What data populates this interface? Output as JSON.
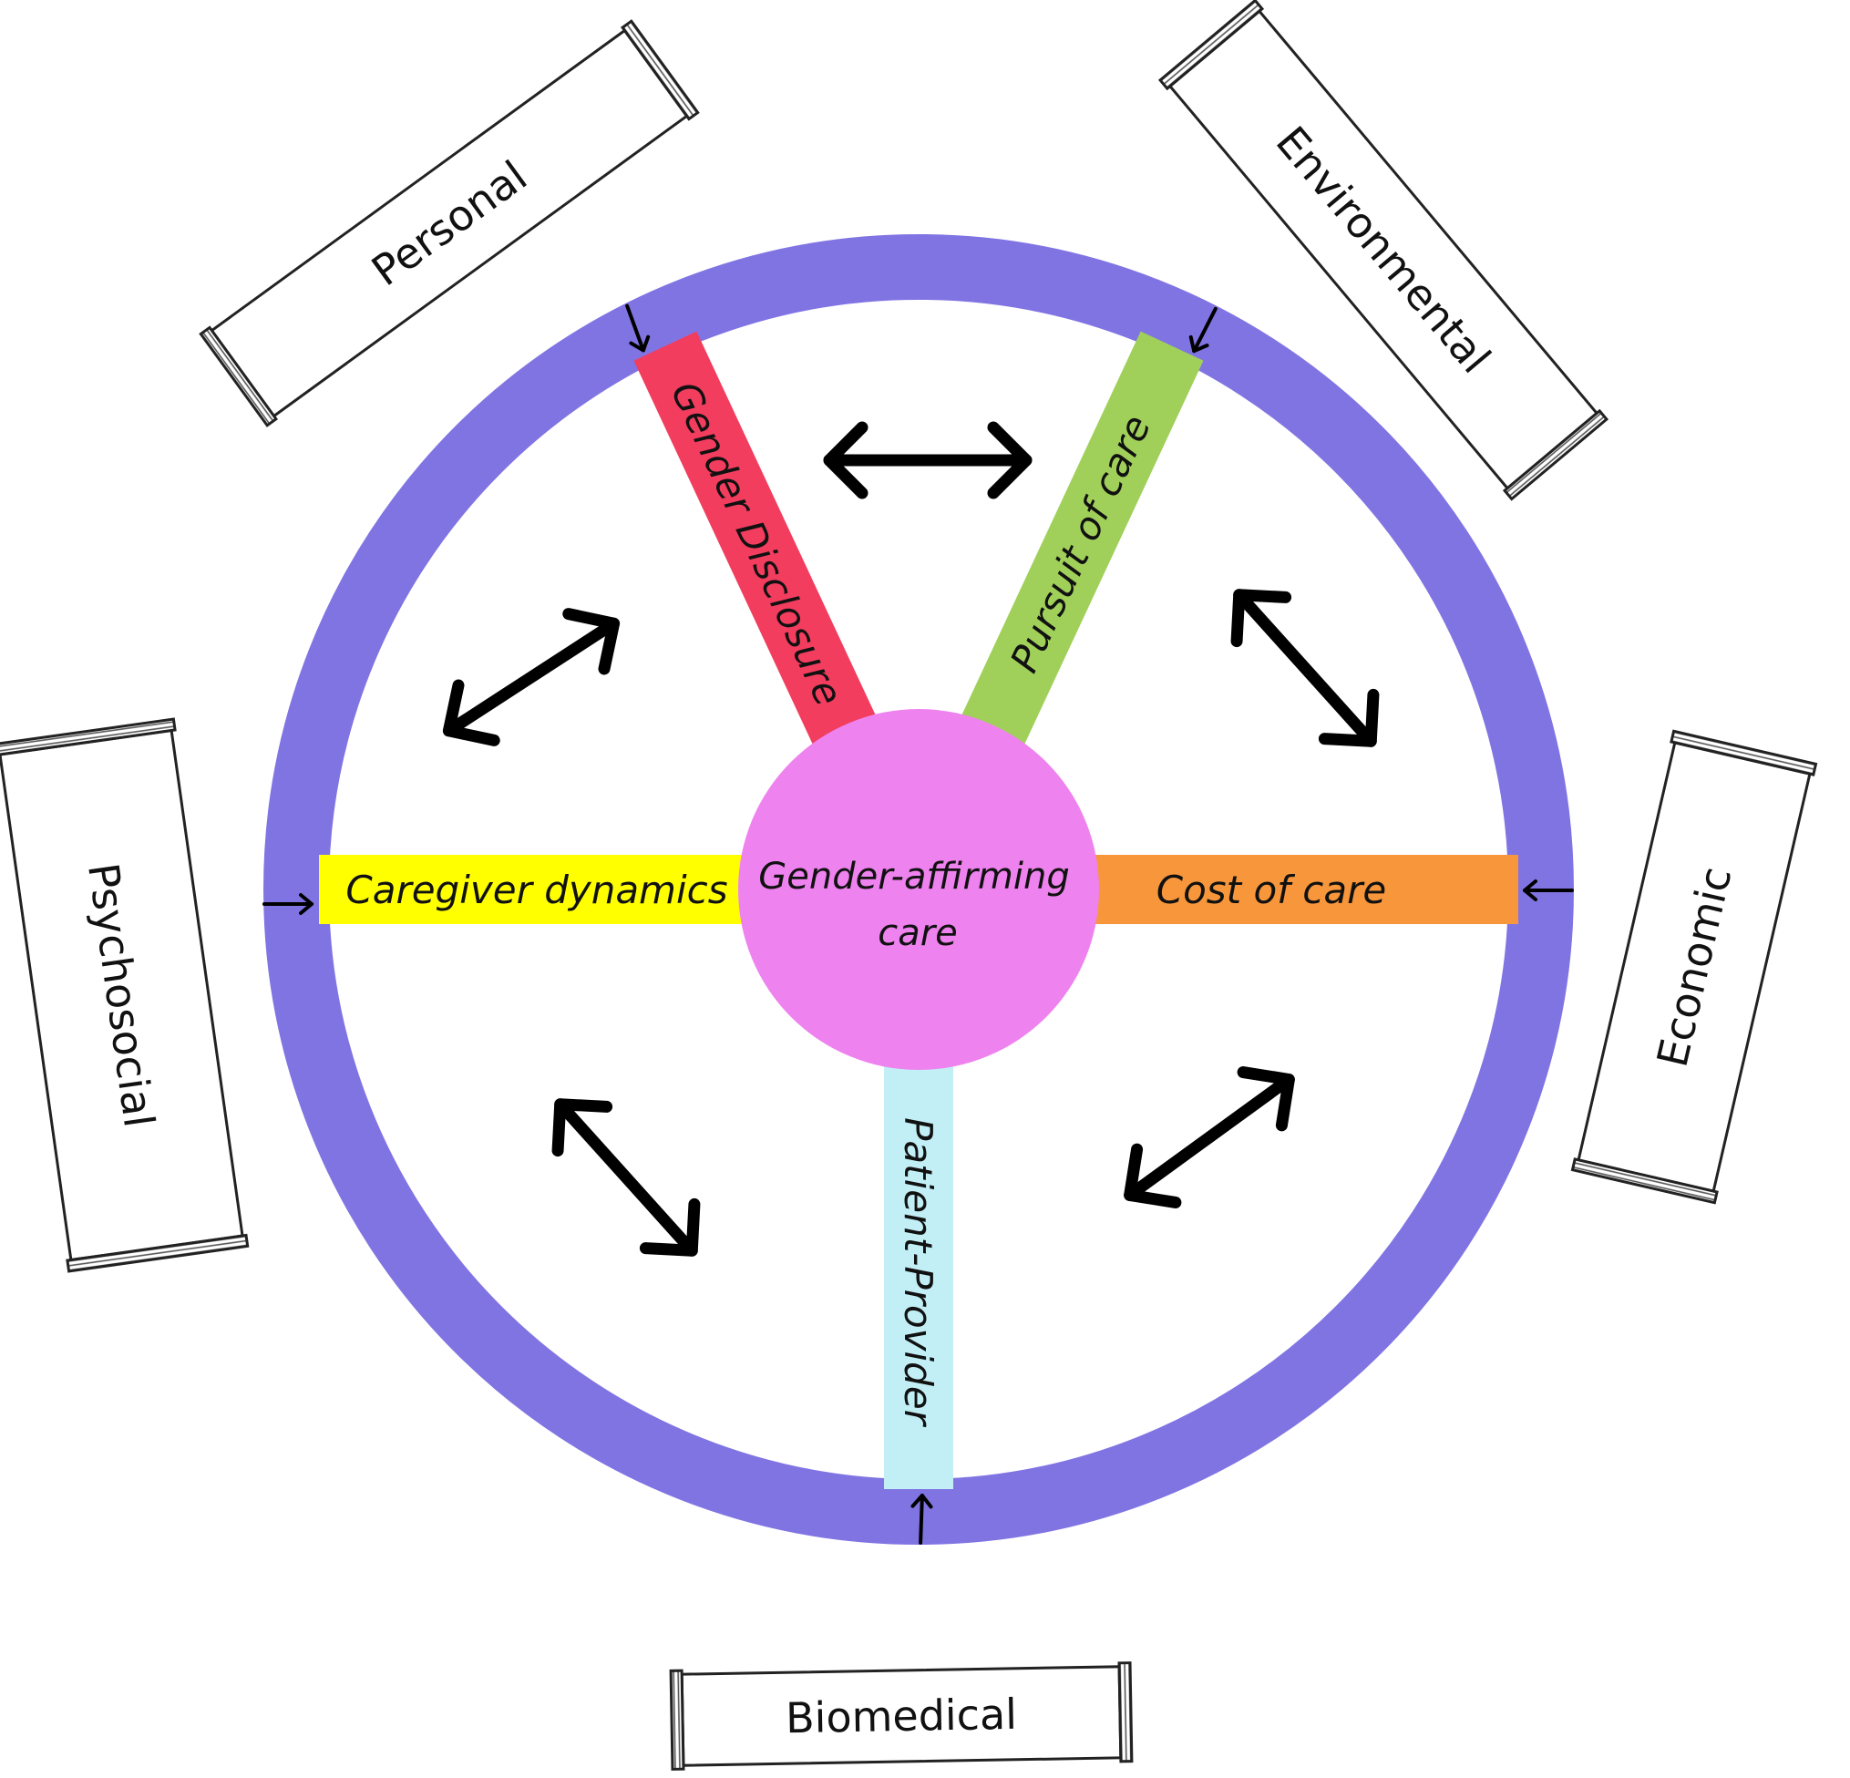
{
  "center": {
    "line1": "Gender-affirming",
    "line2": "care",
    "color": "#ee82ee"
  },
  "ring": {
    "color": "#8074e3"
  },
  "spokes": [
    {
      "label": "Gender Disclosure",
      "color": "#f23d5e"
    },
    {
      "label": "Pursuit of care",
      "color": "#a0d05a"
    },
    {
      "label": "Cost of care",
      "color": "#f7963b"
    },
    {
      "label": "Patient-Provider",
      "color": "#c2eef5"
    },
    {
      "label": "Caregiver dynamics",
      "color": "#ffff00"
    }
  ],
  "banners": [
    {
      "label": "Personal"
    },
    {
      "label": "Environmental"
    },
    {
      "label": "Economic"
    },
    {
      "label": "Biomedical"
    },
    {
      "label": "Psychosocial"
    }
  ]
}
